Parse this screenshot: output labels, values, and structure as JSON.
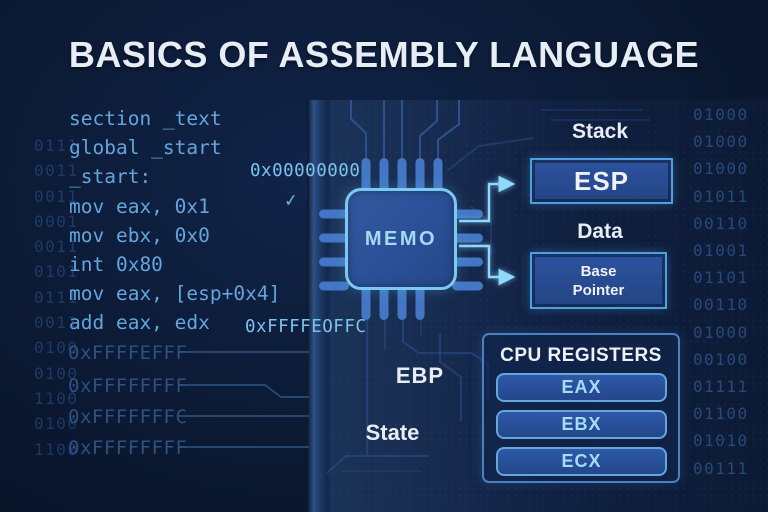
{
  "title": "BASICS OF ASSEMBLY LANGUAGE",
  "code": {
    "lines": [
      "section _text",
      "global _start",
      "_start:",
      "mov eax, 0x1",
      "mov ebx, 0x0",
      "int 0x80",
      "mov eax, [esp+0x4]",
      "add eax, edx"
    ]
  },
  "addresses": {
    "origin": "0x00000000",
    "frame": "0xFFFFEOFFC",
    "stack_rows": [
      "0xFFFFEFFF",
      "0xFFFFFFFF",
      "0xFFFFFFFC",
      "0xFFFFFFFF"
    ]
  },
  "chip": {
    "label": "MEMO"
  },
  "sections": {
    "stack": "Stack",
    "data": "Data",
    "ebp": "EBP",
    "state": "State"
  },
  "boxes": {
    "esp": "ESP",
    "base_pointer": [
      "Base",
      "Pointer"
    ]
  },
  "cpu": {
    "title": "CPU REGISTERS",
    "registers": [
      "EAX",
      "EBX",
      "ECX"
    ]
  },
  "binary": {
    "left": [
      "0111",
      "0011",
      "0011",
      "0001",
      "0011",
      "0101",
      "0111",
      "0011",
      "0100",
      "0100",
      "1100",
      "0100",
      "1100"
    ],
    "right": [
      "01000",
      "01000",
      "01000",
      "01011",
      "00110",
      "01001",
      "01101",
      "00110",
      "01000",
      "00100",
      "01111",
      "01100",
      "01010",
      "00111"
    ]
  },
  "icons": {
    "check": "✓"
  },
  "colors": {
    "background": "#0c1b36",
    "accent_border": "#7cc9f0",
    "code_blue": "#64a5dc",
    "dim_hex_blue": "#2d5184",
    "bright_hex_blue": "#7cc2ec",
    "arrow_blue": "#8ed9f9",
    "box_border": "#4f9fe2",
    "register_text": "#a5dcf5",
    "label_white": "#e8edf4"
  }
}
